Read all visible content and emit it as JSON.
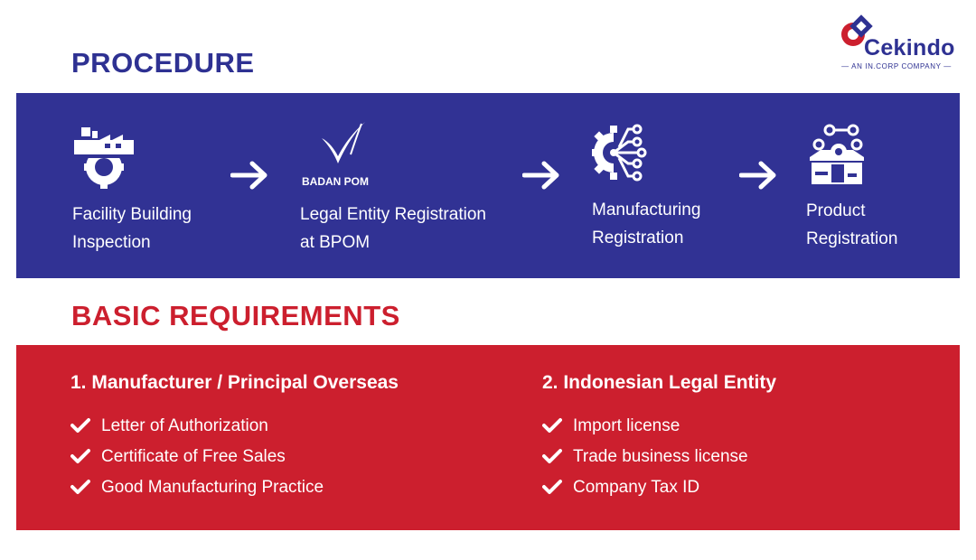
{
  "procedure": {
    "title": "PROCEDURE",
    "steps": [
      {
        "label_line1": "Facility Building",
        "label_line2": "Inspection",
        "icon": "factory-gear-icon"
      },
      {
        "label_line1": "Legal Entity Registration",
        "label_line2": "at BPOM",
        "icon": "badan-pom-logo",
        "logo_text": "BADAN POM"
      },
      {
        "label_line1": "Manufacturing",
        "label_line2": "Registration",
        "icon": "gear-network-icon"
      },
      {
        "label_line1": "Product",
        "label_line2": "Registration",
        "icon": "product-box-icon"
      }
    ]
  },
  "requirements": {
    "title": "BASIC REQUIREMENTS",
    "columns": [
      {
        "heading": "1. Manufacturer / Principal Overseas",
        "items": [
          "Letter of Authorization",
          "Certificate of Free Sales",
          "Good Manufacturing Practice"
        ]
      },
      {
        "heading": "2. Indonesian Legal Entity",
        "items": [
          "Import license",
          "Trade business license",
          "Company Tax ID"
        ]
      }
    ]
  },
  "logo": {
    "brand": "Cekindo",
    "tagline": "— AN IN.CORP COMPANY —"
  },
  "colors": {
    "navy": "#313294",
    "red": "#cc1f2e",
    "white": "#ffffff"
  }
}
